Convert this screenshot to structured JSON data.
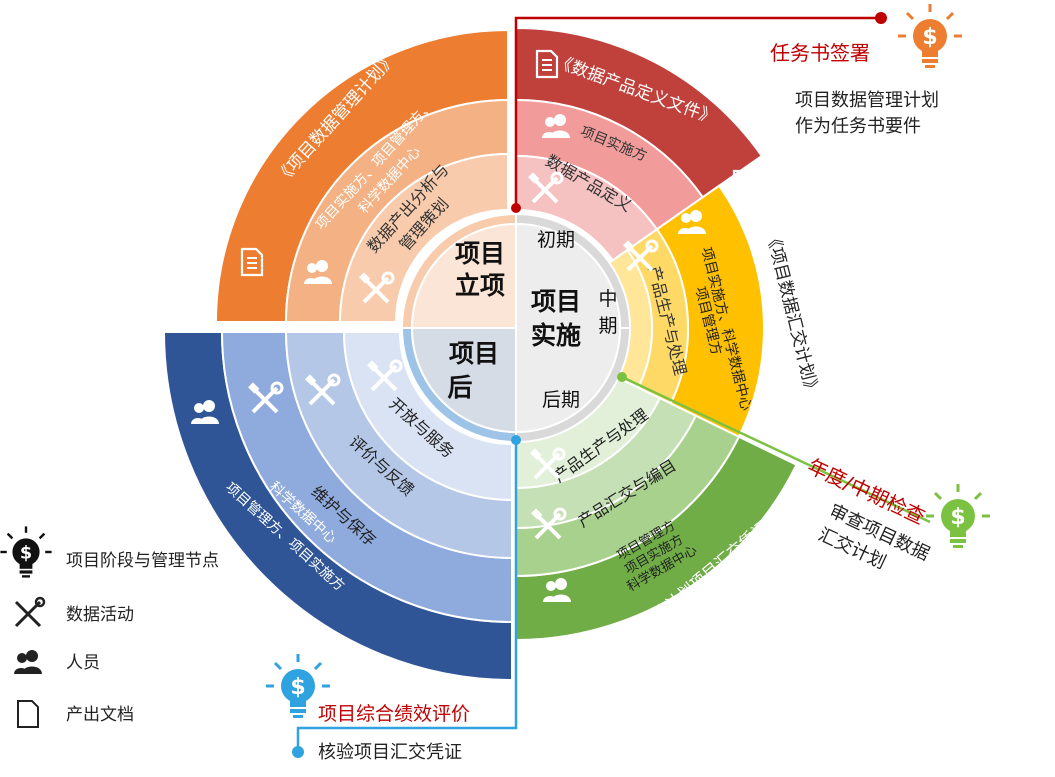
{
  "center": {
    "initiation": [
      "项目",
      "立项"
    ],
    "implementation": [
      "项目",
      "实施"
    ],
    "post": [
      "项目",
      "后"
    ],
    "early": "初期",
    "middle": [
      "中",
      "期"
    ],
    "late": "后期"
  },
  "segments": {
    "initiation": {
      "document": "《项目数据管理计划》",
      "people": "项目实施方、项目管理方、科学数据中心",
      "people_lines": [
        "项目实施方、项目管理方、",
        "科学数据中心"
      ],
      "activity": "数据产出分析与管理策划",
      "activity_lines": [
        "数据产出分析与",
        "管理策划"
      ]
    },
    "early": {
      "document": "《数据产品定义文件》",
      "people": "项目实施方",
      "activity": "数据产品定义"
    },
    "middle": {
      "document": "《项目数据汇交计划》",
      "people": "项目实施方、科学数据中心、项目管理方",
      "people_lines": [
        "项目实施方、科学数据中心",
        "项目管理方"
      ],
      "activity": "产品生产与处理"
    },
    "late": {
      "document": "科技计划项目汇交凭证",
      "people": "项目管理方、项目实施方、科学数据中心",
      "people_lines": [
        "项目管理方",
        "项目实施方",
        "科学数据中心"
      ],
      "activity1": "产品生产与处理",
      "activity2": "产品汇交与编目"
    },
    "post": {
      "people": "科学数据中心、项目管理方、项目实施方",
      "people_lines": [
        "科学数据中心",
        "项目管理方、项目实施方"
      ],
      "activity1": "维护与保存",
      "activity2": "评价与反馈",
      "activity3": "开放与服务"
    }
  },
  "milestones": {
    "task": {
      "title": "任务书签署",
      "desc": [
        "项目数据管理计划",
        "作为任务书要件"
      ]
    },
    "annual": {
      "title": "年度/中期检查",
      "desc": [
        "审查项目数据",
        "汇交计划"
      ]
    },
    "final": {
      "title": "项目综合绩效评价",
      "desc": "核验项目汇交凭证"
    }
  },
  "legend": {
    "milestone": "项目阶段与管理节点",
    "activity": "数据活动",
    "people": "人员",
    "document": "产出文档"
  },
  "colors": {
    "orange": "#ED7D31",
    "red": "#C0413B",
    "gold": "#FFC000",
    "green": "#70AD47",
    "blue": "#2F5597",
    "milestone_red": "#C00000",
    "milestone_blue": "#2EA3E0",
    "milestone_green": "#7CC242"
  }
}
